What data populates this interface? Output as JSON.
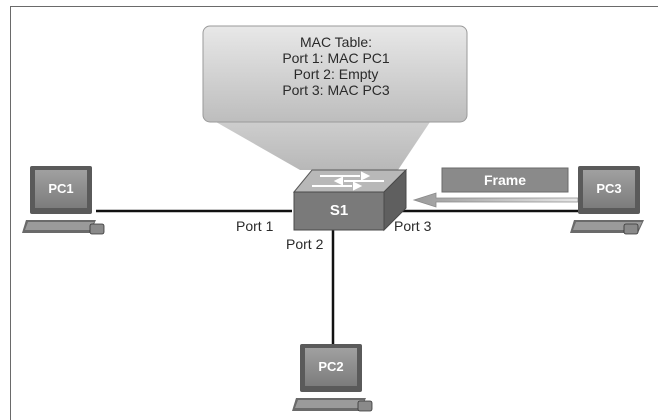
{
  "mac_table": {
    "title": "MAC Table:",
    "entries": [
      "Port 1: MAC PC1",
      "Port 2: Empty",
      "Port 3: MAC PC3"
    ]
  },
  "switch": {
    "label": "S1"
  },
  "ports": {
    "port1": "Port 1",
    "port2": "Port 2",
    "port3": "Port 3"
  },
  "pcs": {
    "pc1": "PC1",
    "pc2": "PC2",
    "pc3": "PC3"
  },
  "frame": {
    "label": "Frame"
  },
  "colors": {
    "switch_body": "#7a7a7a",
    "pc_screen": "#8c8c8c",
    "callout_fill": "#dcdcdc",
    "link": "#111111",
    "frame_box": "#8a8a8a"
  }
}
